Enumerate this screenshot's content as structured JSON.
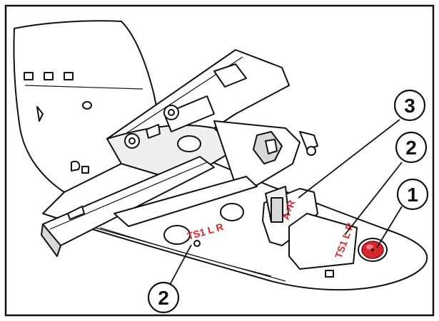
{
  "colors": {
    "frame": "#111111",
    "marking": "#d6262e",
    "light_gray": "#efefef",
    "mid_gray": "#d8d8d8"
  },
  "labels": {
    "ts1_left": "TS1 L R",
    "ts1_right": "TS1 L R",
    "a_plus_r": "A+R"
  },
  "callouts": [
    {
      "number": "1"
    },
    {
      "number": "2"
    },
    {
      "number": "3"
    },
    {
      "number": "2"
    }
  ],
  "icons": {
    "red_marker": "red-circle-marker-icon"
  }
}
